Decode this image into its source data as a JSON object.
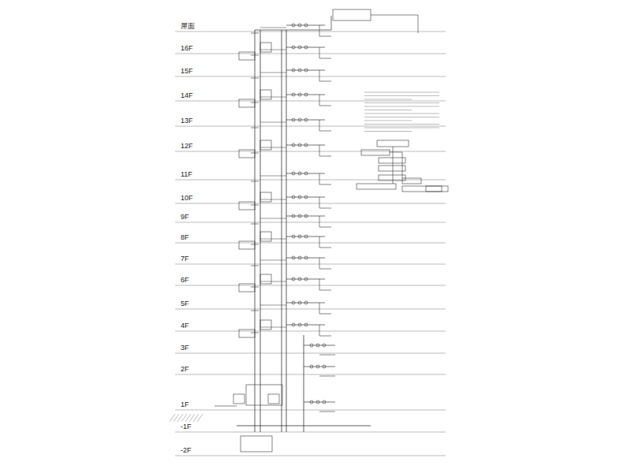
{
  "diagram": {
    "labels": [
      "屋面",
      "16F",
      "15F",
      "14F",
      "13F",
      "12F",
      "11F",
      "10F",
      "9F",
      "8F",
      "7F",
      "6F",
      "5F",
      "4F",
      "3F",
      "2F",
      "1F",
      "-1F",
      "-2F"
    ]
  }
}
